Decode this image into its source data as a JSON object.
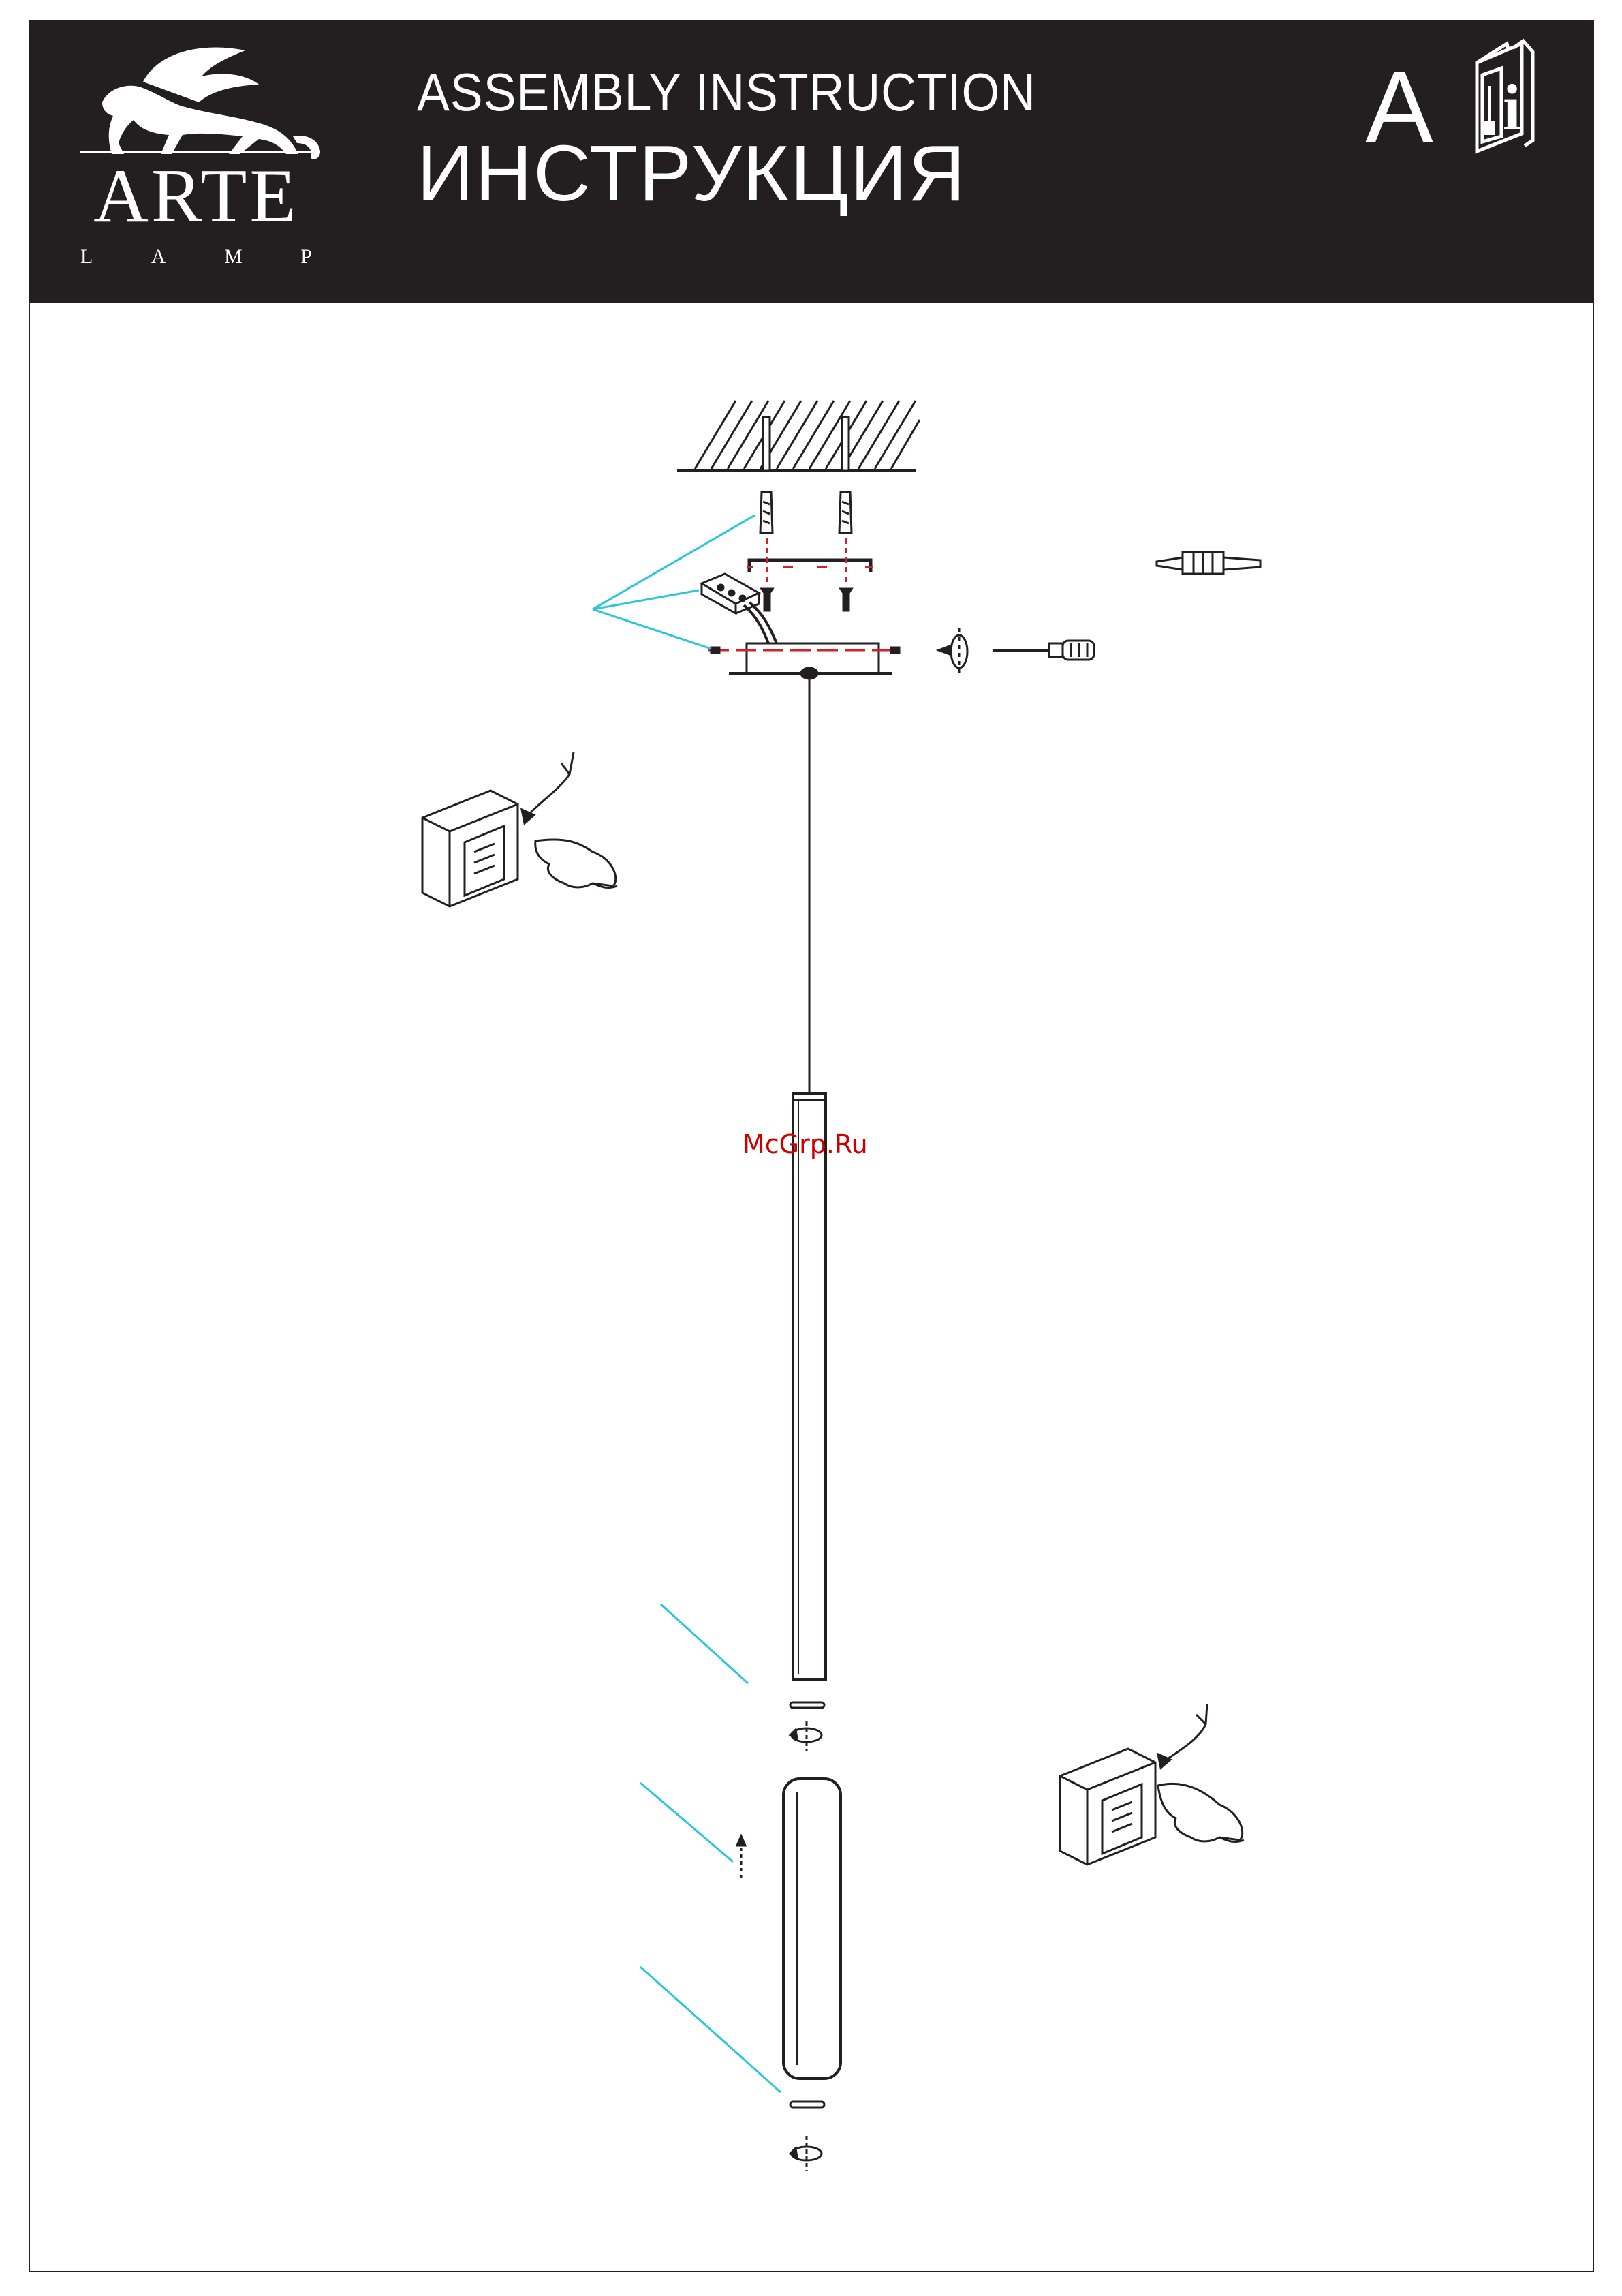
{
  "header": {
    "brand": {
      "name": "ARTE",
      "sub_letters": [
        "L",
        "A",
        "M",
        "P"
      ]
    },
    "title_en": "ASSEMBLY INSTRUCTION",
    "title_ru": "ИНСТРУКЦИЯ",
    "section_letter": "A",
    "manual_icon_glyph": "i"
  },
  "watermark": "McGrp.Ru",
  "colors": {
    "header_bg": "#231f20",
    "line": "#231f20",
    "callout": "#29c7d8",
    "axis": "#d4202a"
  },
  "illustration": {
    "steps": [
      "ceiling-anchors",
      "mounting-bracket",
      "canopy-with-terminal",
      "screwdriver",
      "wire-connector",
      "switch-off",
      "pendant-cable",
      "tube-body",
      "end-ring",
      "diffuser",
      "end-cap",
      "switch-on"
    ]
  }
}
